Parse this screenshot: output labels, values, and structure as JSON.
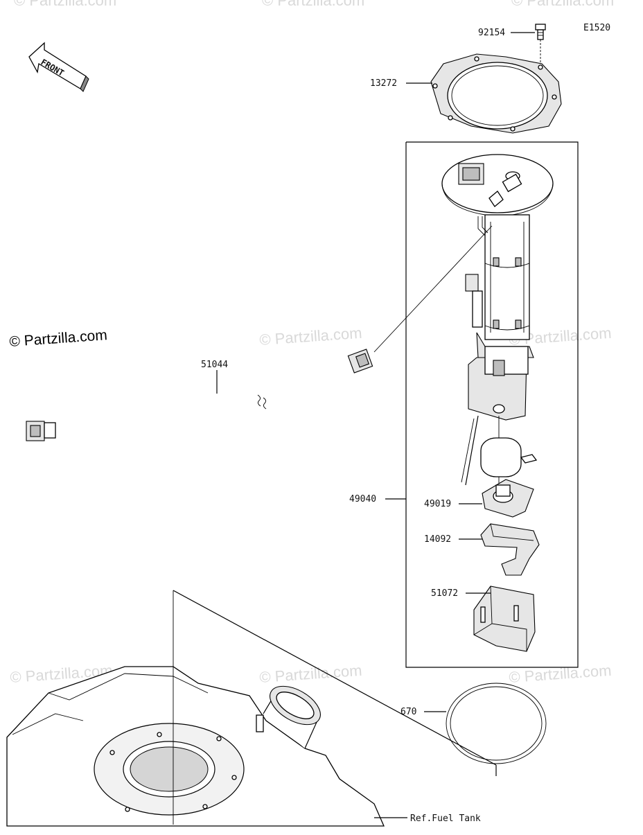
{
  "diagram_id": "E1520",
  "front_label": "FRONT",
  "watermark": "© Partzilla.com",
  "brand": "© Partzilla.com",
  "callouts": {
    "bolt": "92154",
    "plate": "13272",
    "harness": "51044",
    "pump_assy": "49040",
    "filter": "49019",
    "bracket": "14092",
    "cover": "51072",
    "oring": "670",
    "ref_tank": "Ref.Fuel Tank"
  }
}
